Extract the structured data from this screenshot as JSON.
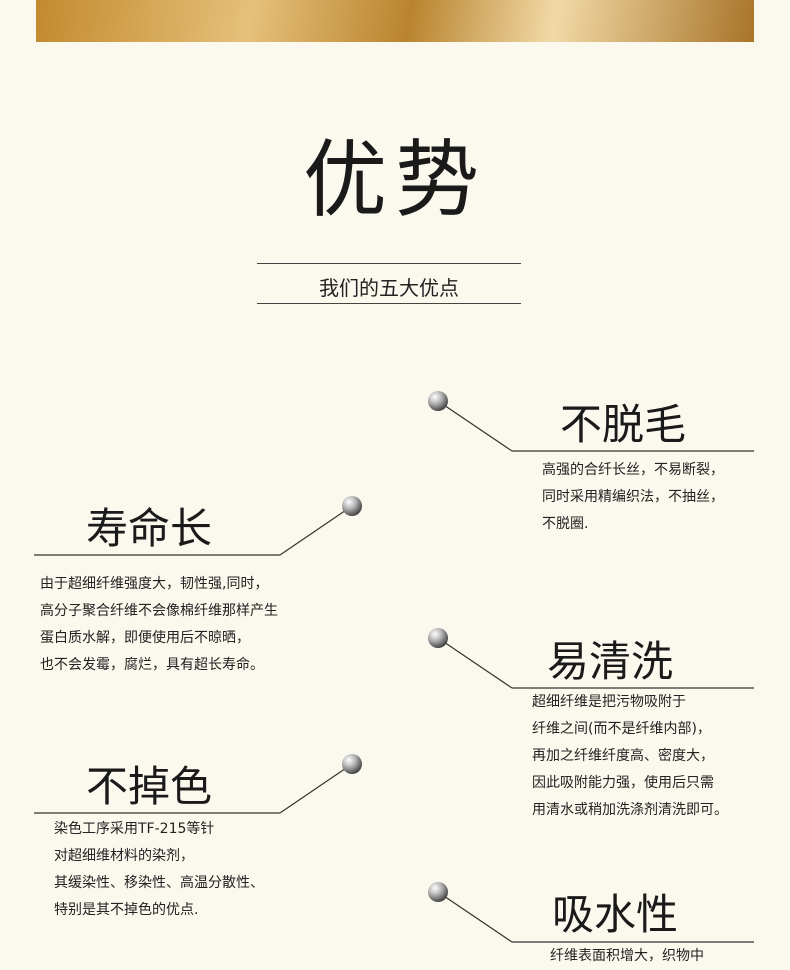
{
  "header": {
    "title": "优势",
    "subtitle": "我们的五大优点"
  },
  "features": [
    {
      "id": "no-shedding",
      "title": "不脱毛",
      "lines": [
        "高强的合纤长丝，不易断裂，",
        "同时采用精编织法，不抽丝，",
        "不脱圈."
      ]
    },
    {
      "id": "long-life",
      "title": "寿命长",
      "lines": [
        "由于超细纤维强度大，韧性强,同时，",
        "高分子聚合纤维不会像棉纤维那样产生",
        "蛋白质水解，即便使用后不晾晒，",
        "也不会发霉，腐烂，具有超长寿命。"
      ]
    },
    {
      "id": "easy-clean",
      "title": "易清洗",
      "lines": [
        "超细纤维是把污物吸附于",
        "纤维之间(而不是纤维内部)，",
        "再加之纤维纤度高、密度大，",
        "因此吸附能力强，使用后只需",
        "用清水或稍加洗涤剂清洗即可。"
      ]
    },
    {
      "id": "colorfast",
      "title": "不掉色",
      "lines": [
        "染色工序采用TF-215等针",
        "对超细维材料的染剂，",
        "其缓染性、移染性、高温分散性、",
        "特别是其不掉色的优点."
      ]
    },
    {
      "id": "absorbent",
      "title": "吸水性",
      "lines": [
        "纤维表面积增大，织物中"
      ]
    }
  ]
}
